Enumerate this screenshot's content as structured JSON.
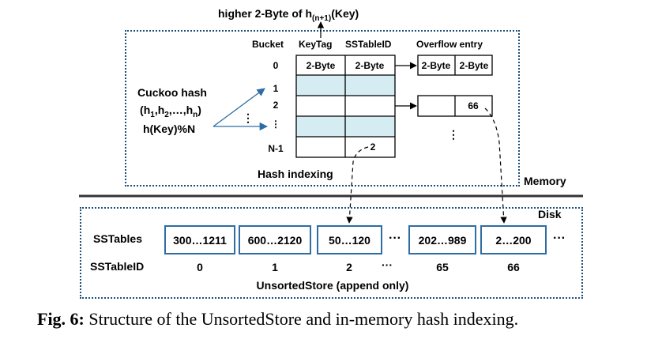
{
  "top_label": {
    "main": "higher 2-Byte of h",
    "sub": "(n+1)",
    "suffix": "(Key)"
  },
  "memory_label": "Memory",
  "disk_label": "Disk",
  "table_headers": {
    "bucket": "Bucket",
    "keytag": "KeyTag",
    "sstableid": "SSTableID",
    "overflow": "Overflow entry"
  },
  "bucket_rows": [
    "0",
    "1",
    "2",
    "⋮",
    "N-1"
  ],
  "row0": {
    "keytag": "2-Byte",
    "sstableid": "2-Byte"
  },
  "overflow_row0": [
    "2-Byte",
    "2-Byte"
  ],
  "overflow_row2_value": "66",
  "last_row_value": "2",
  "vdots": "⋮",
  "hash_indexing_label": "Hash indexing",
  "cuckoo": {
    "line1": "Cuckoo hash",
    "line2_prefix": "(h",
    "line2_sub1": "1",
    "line2_mid1": ",h",
    "line2_sub2": "2",
    "line2_mid2": ",…,h",
    "line2_sub3": "n",
    "line2_suffix": ")",
    "line3": "h(Key)%N"
  },
  "sstables_label": "SSTables",
  "sstableid_label": "SSTableID",
  "sstables": [
    {
      "range": "300…1211",
      "id": "0"
    },
    {
      "range": "600…2120",
      "id": "1"
    },
    {
      "range": "50…120",
      "id": "2"
    },
    {
      "range": "202…989",
      "id": "65"
    },
    {
      "range": "2…200",
      "id": "66"
    }
  ],
  "ellipsis": "···",
  "unsorted_label": "UnsortedStore (append only)",
  "caption": {
    "bold": "Fig. 6:",
    "text": " Structure of the UnsortedStore and in-memory hash indexing."
  },
  "colors": {
    "highlight": "#d6ecf3",
    "dotted_border": "#1f4e79",
    "sst_border": "#2e6da4",
    "arrow": "#2e6da4"
  }
}
